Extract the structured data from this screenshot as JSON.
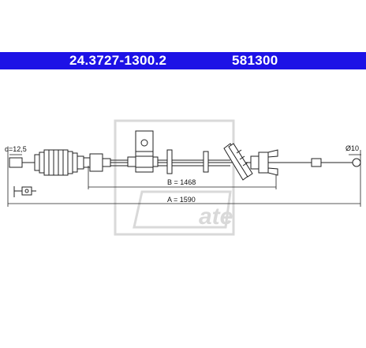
{
  "header": {
    "part_number": "24.3727-1300.2",
    "reference_number": "581300"
  },
  "dimensions": {
    "left_diameter": "d=12,5",
    "right_diameter": "Ø10",
    "length_b": "B = 1468",
    "length_a": "A = 1590"
  },
  "watermark": {
    "brand": "ate"
  },
  "colors": {
    "header_bg": "#1d12e6",
    "header_text": "#ffffff",
    "line": "#222222",
    "watermark": "#d8d8d8"
  }
}
